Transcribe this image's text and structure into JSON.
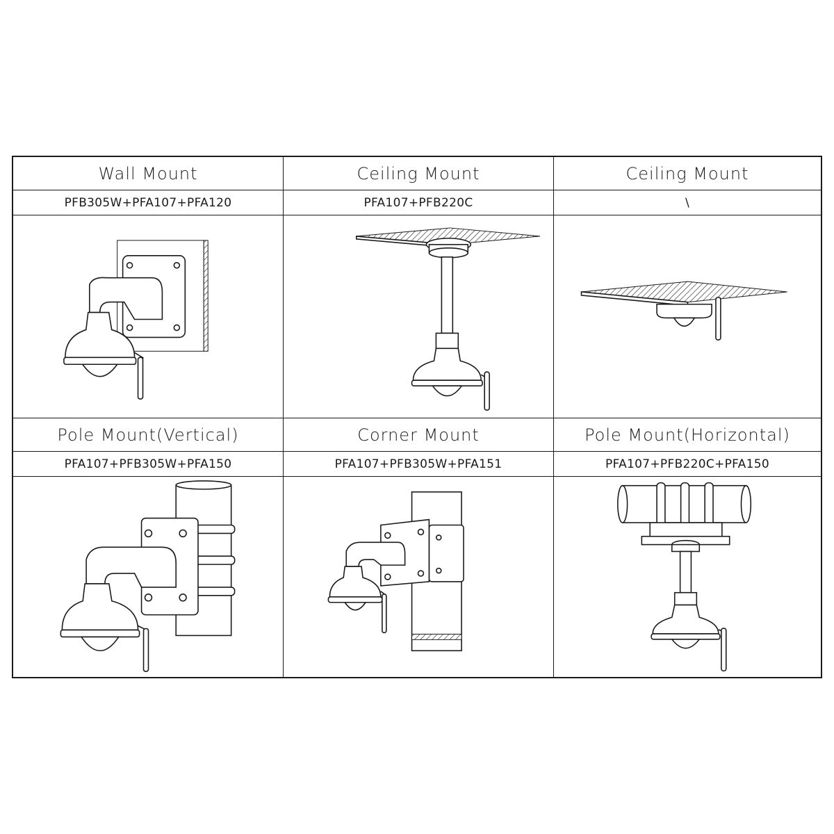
{
  "cells": [
    {
      "title": "Wall Mount",
      "model": "PFB305W+PFA107+PFA120",
      "illustration": "wall-mount"
    },
    {
      "title": "Ceiling Mount",
      "model": "PFA107+PFB220C",
      "illustration": "pendant-ceiling-mount"
    },
    {
      "title": "Ceiling Mount",
      "model": "\\",
      "illustration": "flush-ceiling-mount"
    },
    {
      "title": "Pole Mount(Vertical)",
      "model": "PFA107+PFB305W+PFA150",
      "illustration": "vertical-pole-mount"
    },
    {
      "title": "Corner Mount",
      "model": "PFA107+PFB305W+PFA151",
      "illustration": "corner-mount"
    },
    {
      "title": "Pole Mount(Horizontal)",
      "model": "PFA107+PFB220C+PFA150",
      "illustration": "horizontal-pole-mount"
    }
  ],
  "colors": {
    "line": "#1a1a1a",
    "background": "#ffffff"
  }
}
